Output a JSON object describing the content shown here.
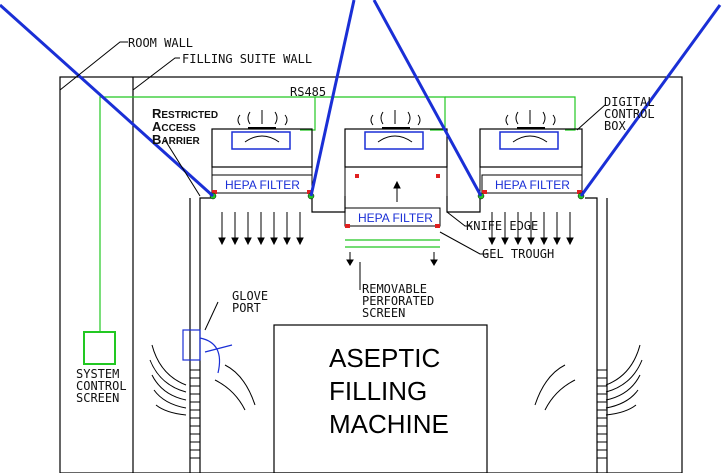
{
  "labels": {
    "room_wall": "ROOM WALL",
    "filling_suite_wall": "FILLING SUITE WALL",
    "rs485": "RS485",
    "digital_control_box": [
      "DIGITAL",
      "CONTROL",
      "BOX"
    ],
    "rab": [
      {
        "initial": "R",
        "rest": "ESTRICTED"
      },
      {
        "initial": "A",
        "rest": "CCESS"
      },
      {
        "initial": "B",
        "rest": "ARRIER"
      }
    ],
    "hepa_filter": "HEPA FILTER",
    "knife_edge": "KNIFE EDGE",
    "gel_trough": "GEL TROUGH",
    "removable_screen": [
      "REMOVABLE",
      "PERFORATED",
      "SCREEN"
    ],
    "glove_port": [
      "GLOVE",
      "PORT"
    ],
    "system_control_screen": [
      "SYSTEM",
      "CONTROL",
      "SCREEN"
    ],
    "machine": [
      "ASEPTIC",
      "FILLING",
      "MACHINE"
    ]
  },
  "colors": {
    "beam": "#1a2fd6",
    "control_line": "#22c822",
    "blue_detail": "#1a2fd6",
    "red_marker": "#e02020",
    "line": "#000000"
  }
}
